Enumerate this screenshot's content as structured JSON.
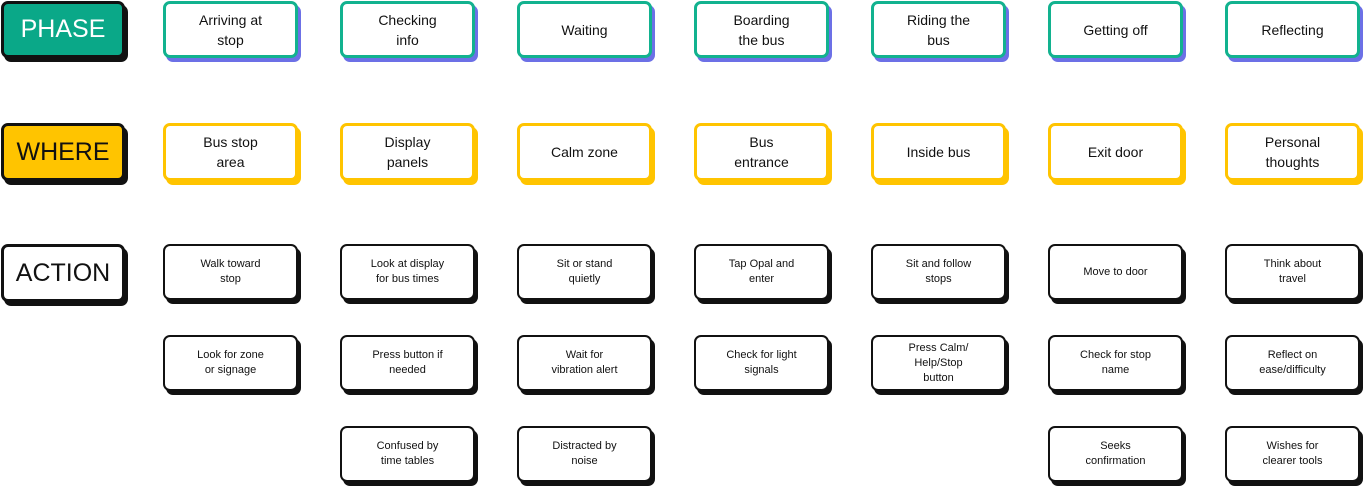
{
  "row_labels": {
    "phase": "PHASE",
    "where": "WHERE",
    "action": "ACTION"
  },
  "phases": [
    {
      "phase": "Arriving at\nstop",
      "where": "Bus stop\narea",
      "actions": [
        "Walk toward\nstop",
        "Look for zone\nor signage"
      ]
    },
    {
      "phase": "Checking\ninfo",
      "where": "Display\npanels",
      "actions": [
        "Look at display\nfor bus times",
        "Press button if\nneeded",
        "Confused by\ntime tables"
      ]
    },
    {
      "phase": "Waiting",
      "where": "Calm zone",
      "actions": [
        "Sit or stand\nquietly",
        "Wait for\nvibration alert",
        "Distracted by\nnoise"
      ]
    },
    {
      "phase": "Boarding\nthe bus",
      "where": "Bus\nentrance",
      "actions": [
        "Tap Opal and\nenter",
        "Check for light\nsignals"
      ]
    },
    {
      "phase": "Riding the\nbus",
      "where": "Inside bus",
      "actions": [
        "Sit and follow\nstops",
        "Press Calm/\nHelp/Stop\nbutton"
      ]
    },
    {
      "phase": "Getting off",
      "where": "Exit door",
      "actions": [
        "Move to door",
        "Check for stop\nname",
        "Seeks\nconfirmation"
      ]
    },
    {
      "phase": "Reflecting",
      "where": "Personal\nthoughts",
      "actions": [
        "Think about\ntravel",
        "Reflect on\nease/difficulty",
        "Wishes for\nclearer tools"
      ]
    }
  ]
}
